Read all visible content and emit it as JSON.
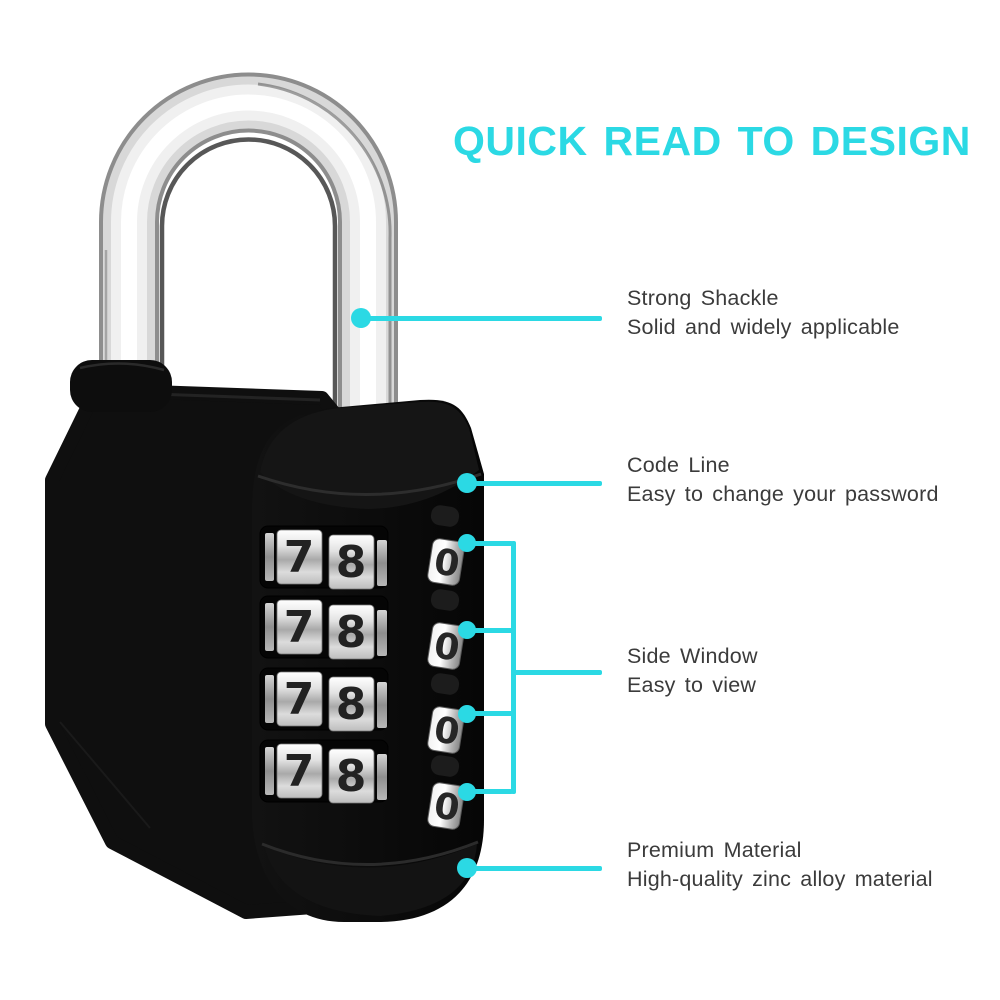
{
  "page_title": "QUICK READ TO DESIGN",
  "colors": {
    "accent_cyan": "#2BD9E4",
    "text_gray": "#3B3B3B",
    "background": "#FFFFFF",
    "lock_body_black": "#0D0D0D",
    "shackle_chrome": "#EFEFEF",
    "dial_silver": "#D8D8D8"
  },
  "product": {
    "dial_rows": [
      {
        "digits": [
          "7",
          "8"
        ]
      },
      {
        "digits": [
          "7",
          "8"
        ]
      },
      {
        "digits": [
          "7",
          "8"
        ]
      },
      {
        "digits": [
          "7",
          "8"
        ]
      }
    ],
    "side_windows": [
      {
        "digit": "0"
      },
      {
        "digit": "0"
      },
      {
        "digit": "0"
      },
      {
        "digit": "0"
      }
    ]
  },
  "annotations": [
    {
      "heading": "Strong Shackle",
      "description": "Solid and widely applicable"
    },
    {
      "heading": "Code Line",
      "description": "Easy to change your password"
    },
    {
      "heading": "Side Window",
      "description": "Easy to view"
    },
    {
      "heading": "Premium Material",
      "description": "High-quality zinc alloy material"
    }
  ]
}
